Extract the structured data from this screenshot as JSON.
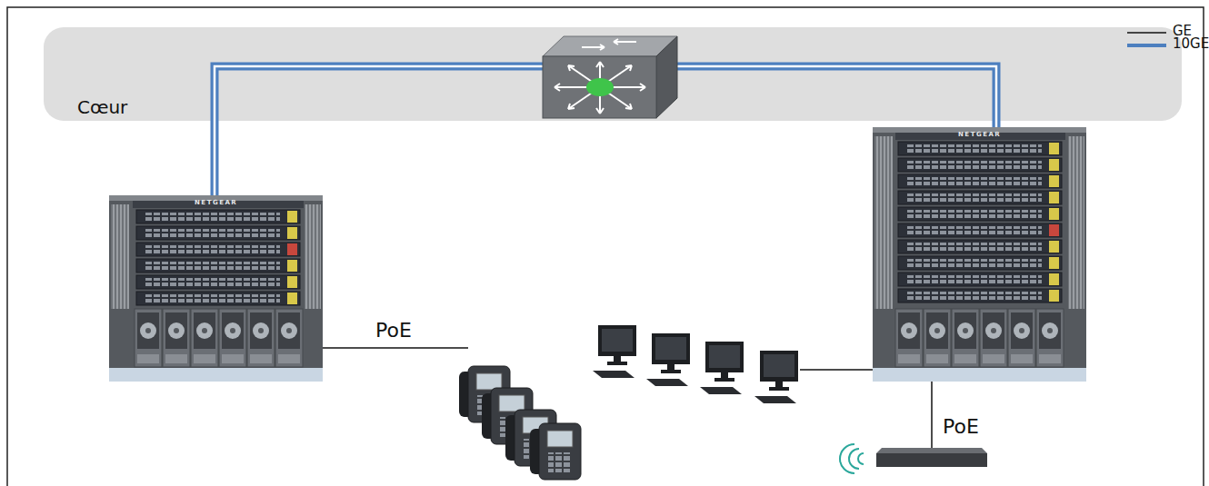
{
  "diagram": {
    "nodes": [
      {
        "text": [
          "Cœur"
        ]
      }
    ],
    "labels": [
      "PoE",
      "PoE",
      "NETGEAR",
      "NETGEAR"
    ],
    "legend": [
      {
        "text": "GE"
      },
      {
        "text": "10GE"
      }
    ]
  }
}
